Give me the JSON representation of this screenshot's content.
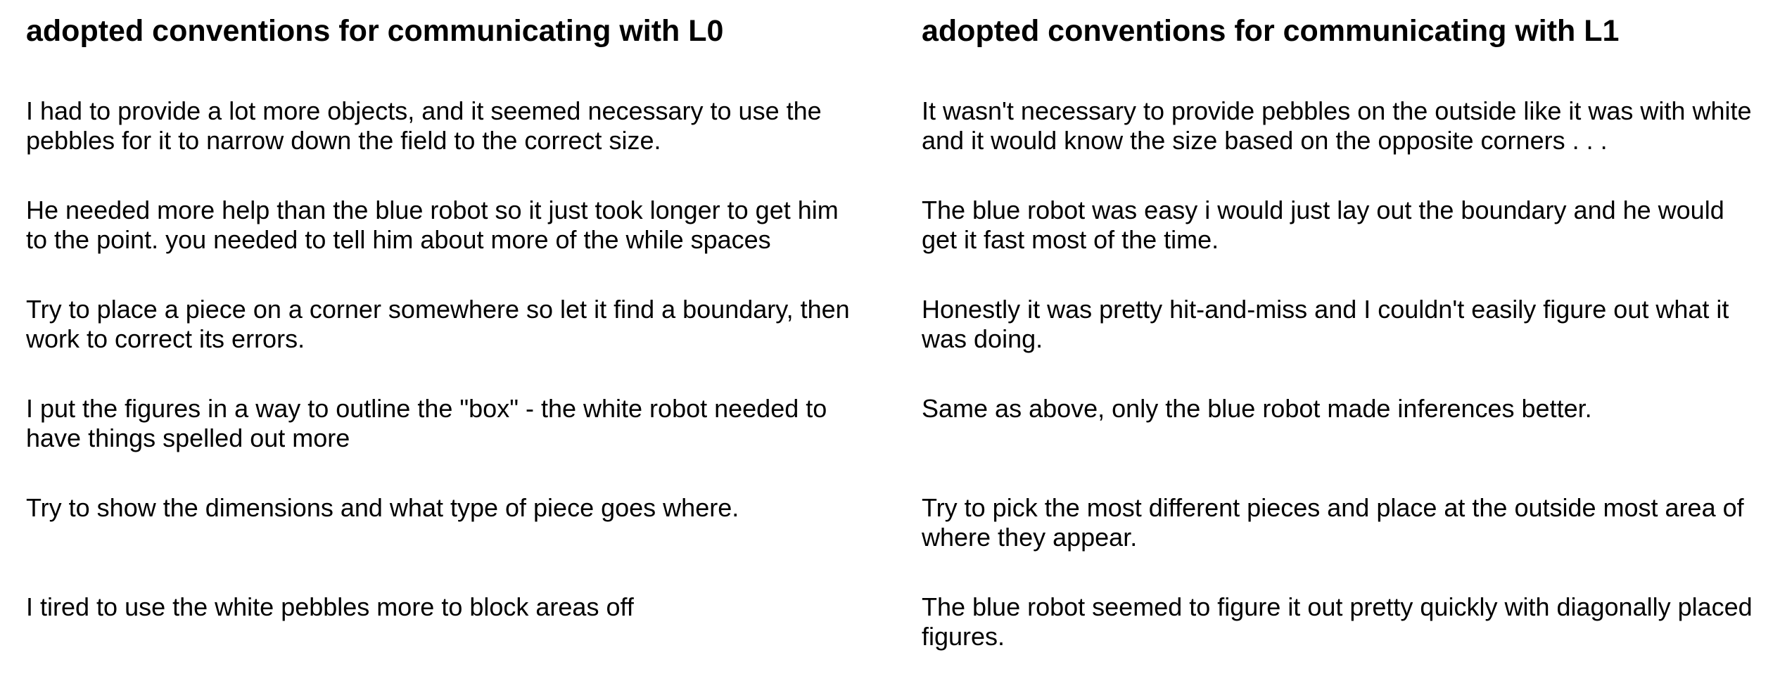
{
  "left": {
    "title": "adopted conventions for communicating with L0",
    "entries": [
      "I had to provide a lot more objects, and it seemed necessary to use the pebbles for it to narrow down the field to the correct size.",
      "He needed more help than the blue robot so it just took longer to get him to the point. you needed to tell him about more of the while spaces",
      "Try to place a piece on a corner somewhere so let it find a boundary, then work to correct its errors.",
      "I put the figures in a way to outline the \"box\" - the white robot needed to have things spelled out more",
      "Try to show the dimensions and what type of piece goes where.",
      "I tired to use the white pebbles more to block areas off"
    ]
  },
  "right": {
    "title": "adopted conventions for communicating with L1",
    "entries": [
      "It wasn't necessary to provide pebbles on the outside like it was with white and it would know the size based on the opposite corners . . .",
      "The blue robot was easy i would just lay out the boundary and he would get it fast most of the time.",
      "Honestly it was pretty hit-and-miss and I couldn't easily figure out what it was doing.",
      "Same as above, only the blue robot made inferences better.",
      "Try to pick the most different pieces and place at the outside most area of where they appear.",
      "The blue robot seemed to figure it out pretty quickly with diagonally placed figures."
    ]
  }
}
